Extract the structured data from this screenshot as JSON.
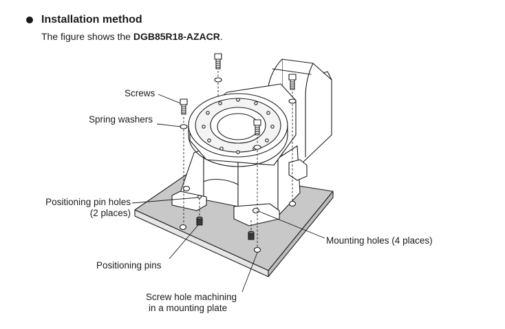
{
  "heading": "Installation method",
  "subtitle_prefix": "The figure shows the ",
  "model": "DGB85R18-AZACR",
  "subtitle_suffix": ".",
  "labels": {
    "screws": "Screws",
    "spring_washers": "Spring washers",
    "pin_holes_1": "Positioning pin holes",
    "pin_holes_2": "(2 places)",
    "positioning_pins": "Positioning pins",
    "mounting_holes": "Mounting holes (4 places)",
    "screw_hole_1": "Screw hole machining",
    "screw_hole_2": "in a mounting plate"
  }
}
